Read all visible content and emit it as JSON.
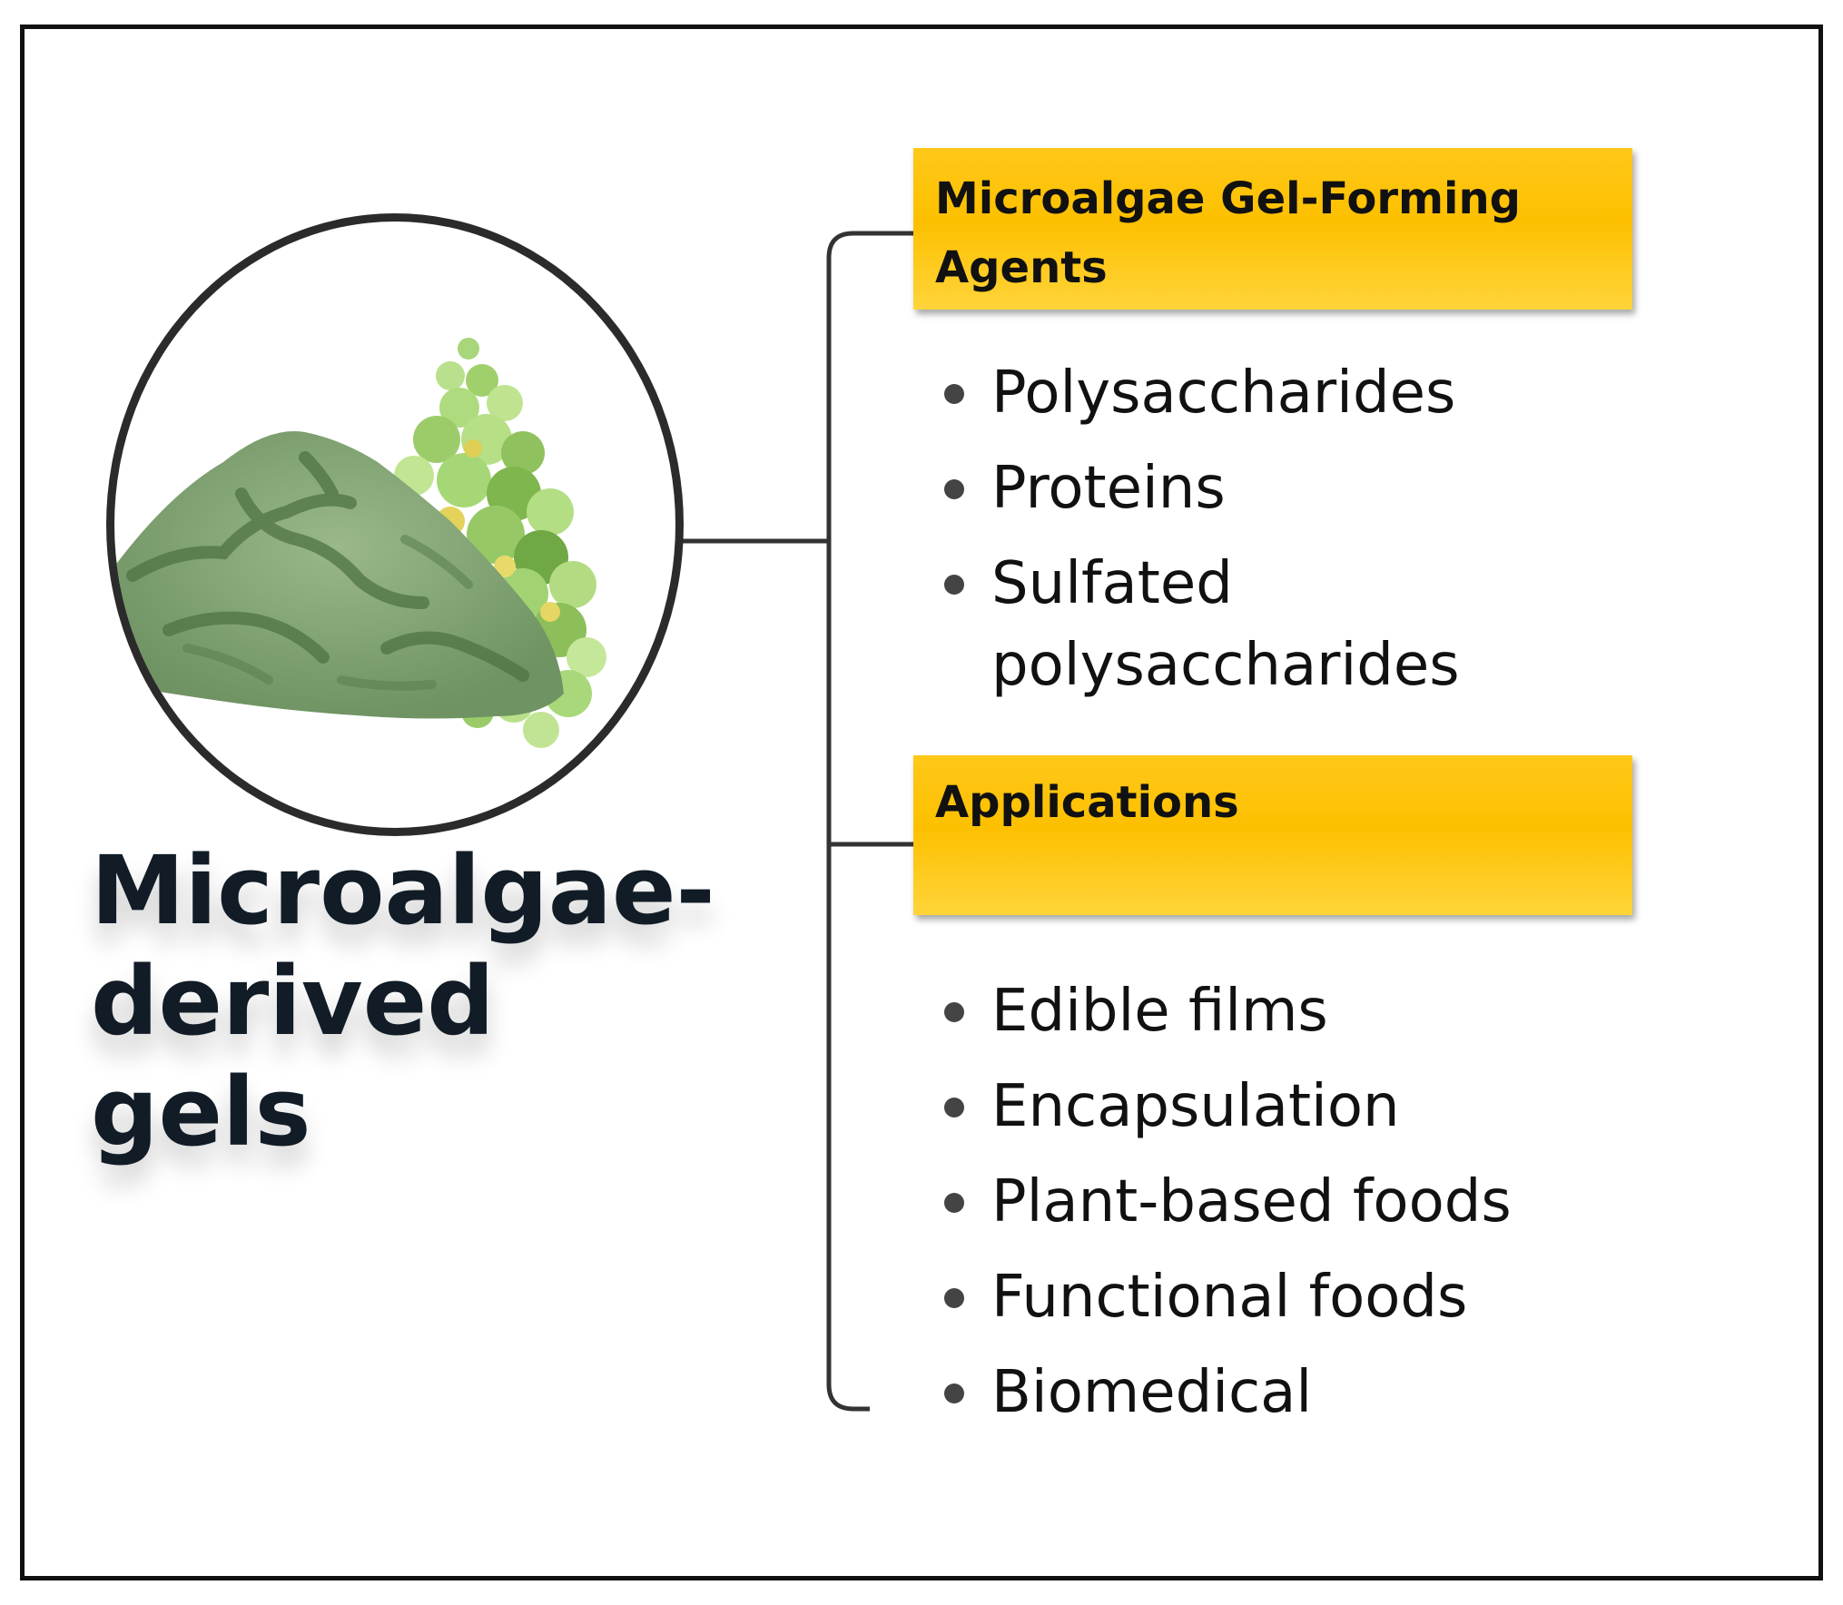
{
  "title": "Microalgae-derived gels",
  "groups": [
    {
      "heading": "Microalgae Gel-Forming Agents",
      "items": [
        "Polysaccharides",
        "Proteins",
        "Sulfated polysaccharides"
      ]
    },
    {
      "heading": "Applications",
      "items": [
        "Edible films",
        "Encapsulation",
        "Plant-based foods",
        "Functional foods",
        "Biomedical"
      ]
    }
  ],
  "colors": {
    "box_fill": "#FFC000",
    "line": "#333333",
    "title_text": "#111C26",
    "algae_dark": "#6a8f5c",
    "algae_light": "#8fb87a",
    "algae_bright": "#7ec850"
  }
}
